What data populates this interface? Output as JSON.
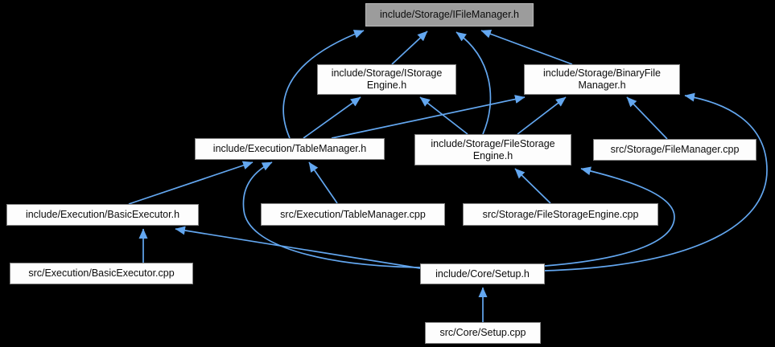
{
  "graph": {
    "title": "include dependency graph for include/Storage/IFileManager.h",
    "colors": {
      "background": "#000000",
      "edge": "#63a7f0",
      "node_fill": "#fdfdfd",
      "node_border": "#858585",
      "node_text": "#0c0c0c",
      "highlight_fill": "#9c9c9c",
      "highlight_border": "#bababa"
    },
    "nodes": [
      {
        "id": "ifilemanager_h",
        "label": "include/Storage/IFileManager.h",
        "highlighted": true
      },
      {
        "id": "istorageengine_h",
        "label": "include/Storage/IStorage\nEngine.h",
        "highlighted": false
      },
      {
        "id": "binaryfilemanager_h",
        "label": "include/Storage/BinaryFile\nManager.h",
        "highlighted": false
      },
      {
        "id": "tablemanager_h",
        "label": "include/Execution/TableManager.h",
        "highlighted": false
      },
      {
        "id": "filestorageengine_h",
        "label": "include/Storage/FileStorage\nEngine.h",
        "highlighted": false
      },
      {
        "id": "filemanager_cpp",
        "label": "src/Storage/FileManager.cpp",
        "highlighted": false
      },
      {
        "id": "basicexecutor_h",
        "label": "include/Execution/BasicExecutor.h",
        "highlighted": false
      },
      {
        "id": "tablemanager_cpp",
        "label": "src/Execution/TableManager.cpp",
        "highlighted": false
      },
      {
        "id": "filestorageengine_cpp",
        "label": "src/Storage/FileStorageEngine.cpp",
        "highlighted": false
      },
      {
        "id": "basicexecutor_cpp",
        "label": "src/Execution/BasicExecutor.cpp",
        "highlighted": false
      },
      {
        "id": "setup_h",
        "label": "include/Core/Setup.h",
        "highlighted": false
      },
      {
        "id": "setup_cpp",
        "label": "src/Core/Setup.cpp",
        "highlighted": false
      }
    ],
    "edges": [
      {
        "from": "istorageengine_h",
        "to": "ifilemanager_h"
      },
      {
        "from": "binaryfilemanager_h",
        "to": "ifilemanager_h"
      },
      {
        "from": "filestorageengine_h",
        "to": "ifilemanager_h"
      },
      {
        "from": "tablemanager_h",
        "to": "ifilemanager_h"
      },
      {
        "from": "tablemanager_h",
        "to": "istorageengine_h"
      },
      {
        "from": "filestorageengine_h",
        "to": "istorageengine_h"
      },
      {
        "from": "tablemanager_h",
        "to": "binaryfilemanager_h"
      },
      {
        "from": "filestorageengine_h",
        "to": "binaryfilemanager_h"
      },
      {
        "from": "filemanager_cpp",
        "to": "binaryfilemanager_h"
      },
      {
        "from": "basicexecutor_h",
        "to": "tablemanager_h"
      },
      {
        "from": "tablemanager_cpp",
        "to": "tablemanager_h"
      },
      {
        "from": "setup_h",
        "to": "tablemanager_h"
      },
      {
        "from": "setup_h",
        "to": "basicexecutor_h"
      },
      {
        "from": "setup_h",
        "to": "filestorageengine_h"
      },
      {
        "from": "setup_h",
        "to": "binaryfilemanager_h"
      },
      {
        "from": "filestorageengine_cpp",
        "to": "filestorageengine_h"
      },
      {
        "from": "basicexecutor_cpp",
        "to": "basicexecutor_h"
      },
      {
        "from": "setup_cpp",
        "to": "setup_h"
      }
    ]
  }
}
